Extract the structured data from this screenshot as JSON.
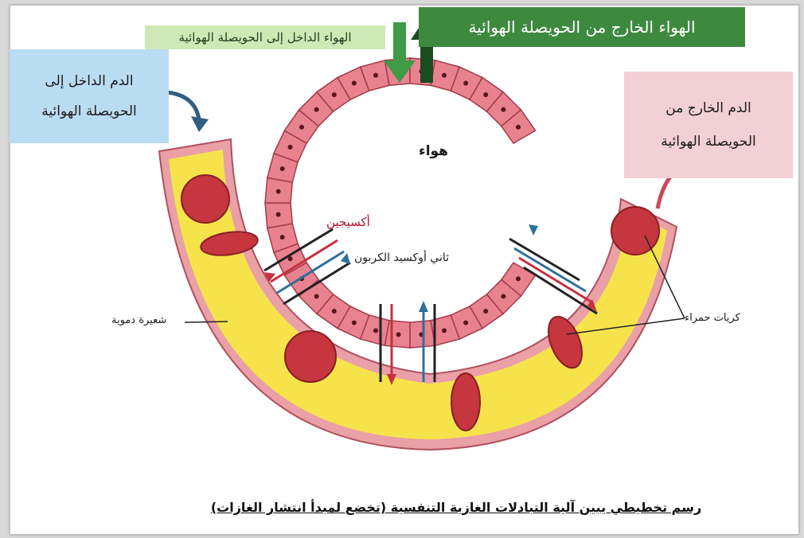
{
  "labels": {
    "air_out": "الهواء الخارج من الحويصلة الهوائية",
    "air_in": "الهواء الداخل إلى الحويصلة الهوائية",
    "blood_in_line1": "الدم الداخل إلى",
    "blood_in_line2": "الحويصلة الهوائية",
    "blood_out_line1": "الدم الخارج من",
    "blood_out_line2": "الحويصلة الهوائية",
    "air": "هواء",
    "oxygen": "أكسيجين",
    "co2": "ثاني أوكسيد الكربون",
    "capillary": "شعيرة دموية",
    "red_cells": "كريات حمراء"
  },
  "caption": "رسم تخطيطي يبين آلية التبادلات الغازية التنفسية (تخضع لمبدأ انتشار الغازات)",
  "colors": {
    "alveolus_cell": "#e8828f",
    "alveolus_cell_border": "#a23b4a",
    "capillary_fill": "#f6e34c",
    "capillary_wall": "#e9a0a6",
    "red_cell": "#c5363f",
    "oxygen_arrow": "#c73040",
    "co2_arrow": "#2f6f9a",
    "air_in_arrow": "#3f9b45",
    "air_out_arrow": "#1c4b22"
  }
}
